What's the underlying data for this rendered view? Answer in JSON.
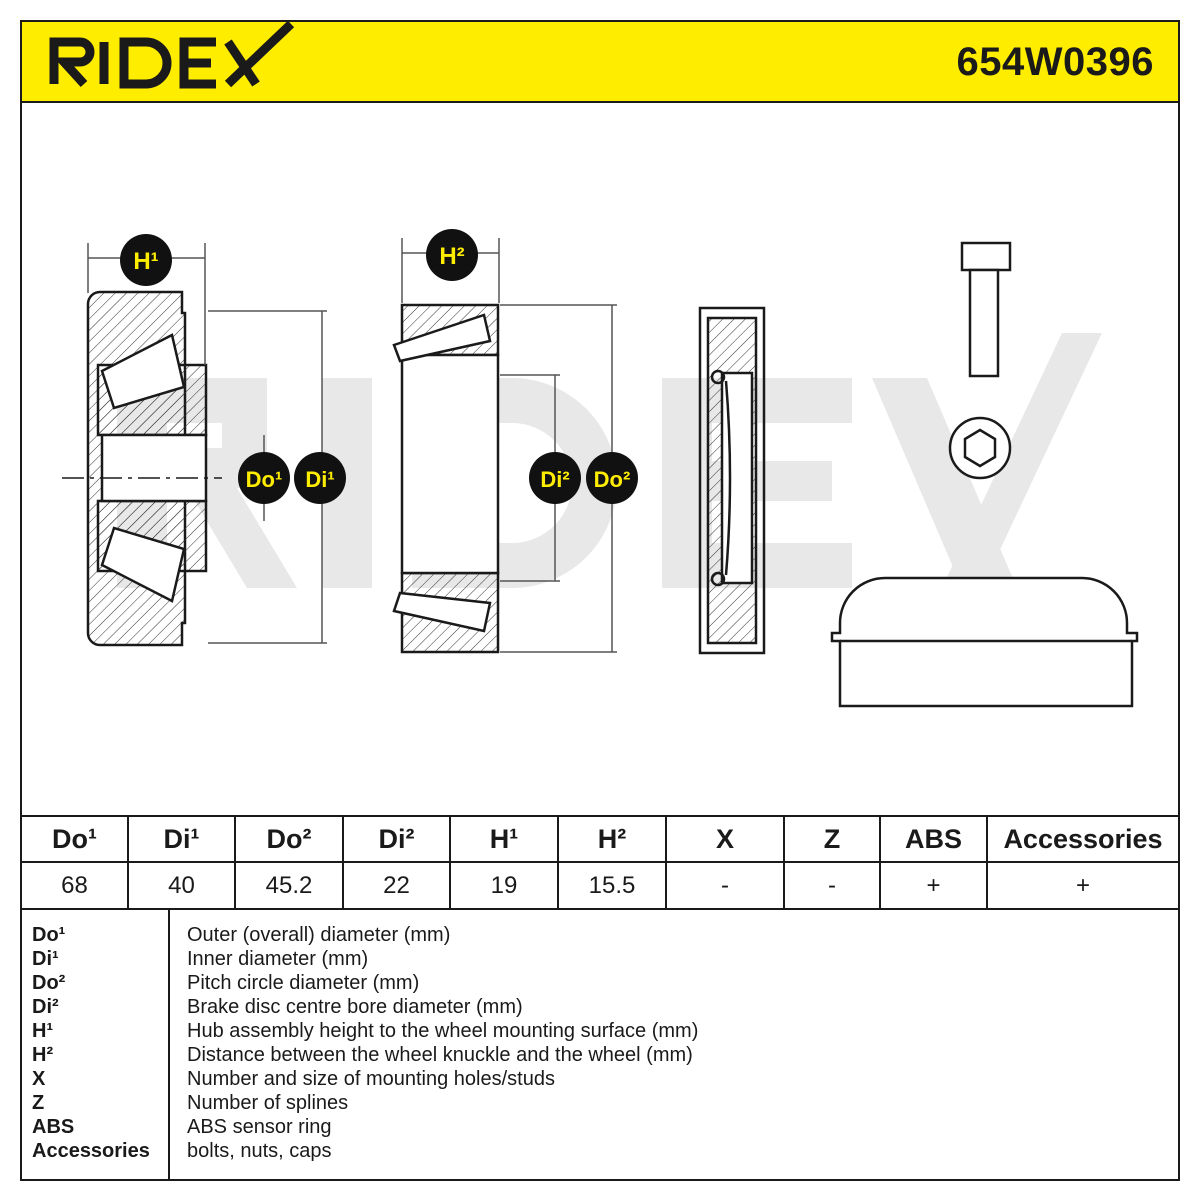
{
  "header": {
    "brand": "RIDEX",
    "part_number": "654W0396",
    "brand_color": "#ffed00"
  },
  "drawing": {
    "labels": {
      "h1": "H¹",
      "h2": "H²",
      "do1": "Do¹",
      "di1": "Di¹",
      "di2": "Di²",
      "do2": "Do²"
    },
    "watermark": "RIDEX"
  },
  "table": {
    "headers": [
      "Do¹",
      "Di¹",
      "Do²",
      "Di²",
      "H¹",
      "H²",
      "X",
      "Z",
      "ABS",
      "Accessories"
    ],
    "values": [
      "68",
      "40",
      "45.2",
      "22",
      "19",
      "15.5",
      "-",
      "-",
      "+",
      "+"
    ]
  },
  "legend": [
    {
      "key": "Do¹",
      "desc": "Outer (overall) diameter (mm)"
    },
    {
      "key": "Di¹",
      "desc": "Inner diameter (mm)"
    },
    {
      "key": "Do²",
      "desc": "Pitch circle diameter (mm)"
    },
    {
      "key": "Di²",
      "desc": "Brake disc centre bore diameter (mm)"
    },
    {
      "key": "H¹",
      "desc": "Hub assembly height to the wheel mounting surface (mm)"
    },
    {
      "key": "H²",
      "desc": "Distance between the wheel knuckle and the wheel (mm)"
    },
    {
      "key": "X",
      "desc": "Number and size of mounting holes/studs"
    },
    {
      "key": "Z",
      "desc": "Number of splines"
    },
    {
      "key": "ABS",
      "desc": "ABS sensor ring"
    },
    {
      "key": "Accessories",
      "desc": "bolts, nuts, caps"
    }
  ]
}
